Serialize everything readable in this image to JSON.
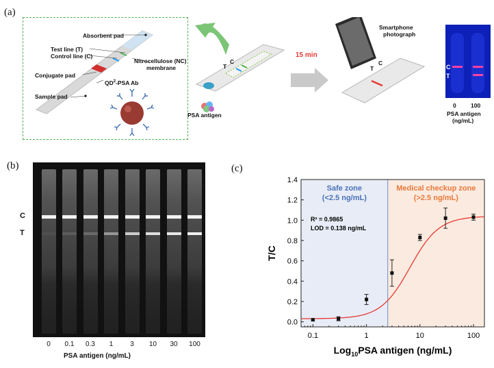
{
  "panels": {
    "a": "(a)",
    "b": "(b)",
    "c": "(c)"
  },
  "strip_diagram": {
    "absorbent_pad": "Absorbent pad",
    "test_line": "Test line (T)",
    "control_line": "Control line (C)",
    "nitrocellulose_line1": "Nitrocellulose (NC)",
    "nitrocellulose_line2": "membrane",
    "conjugate_pad": "Conjugate pad",
    "qd_label_pre": "QD",
    "qd_label_sup": "2",
    "qd_label_post": "-PSA Ab",
    "sample_pad": "Sample pad"
  },
  "cassette": {
    "t": "T",
    "c": "C",
    "psa_antigen": "PSA antigen",
    "time": "15 min",
    "smartphone_line1": "Smartphone",
    "smartphone_line2": "photograph"
  },
  "photo": {
    "c": "C",
    "t": "T",
    "ticks": [
      "0",
      "100"
    ],
    "label_line1": "PSA antigen",
    "label_line2": "(ng/mL)"
  },
  "gel": {
    "c": "C",
    "t": "T",
    "lanes": [
      "0",
      "0.1",
      "0.3",
      "1",
      "3",
      "10",
      "30",
      "100"
    ],
    "test_intensity": [
      0.05,
      0.12,
      0.2,
      0.45,
      0.75,
      0.85,
      0.9,
      0.95
    ],
    "xlabel": "PSA antigen (ng/mL)"
  },
  "chart_data": {
    "type": "scatter",
    "x_scale": "log",
    "xlim": [
      0.06,
      160
    ],
    "ylim": [
      -0.05,
      1.4
    ],
    "xticks": [
      0.1,
      1,
      10,
      100
    ],
    "xtick_labels": [
      "0.1",
      "1",
      "10",
      "100"
    ],
    "yticks": [
      0.0,
      0.2,
      0.4,
      0.6,
      0.8,
      1.0,
      1.2,
      1.4
    ],
    "ytick_labels": [
      "0.0",
      "0.2",
      "0.4",
      "0.6",
      "0.8",
      "1.0",
      "1.2",
      "1.4"
    ],
    "xlabel_pre": "Log",
    "xlabel_sub": "10",
    "xlabel_post": "PSA antigen (ng/mL)",
    "ylabel": "T/C",
    "x": [
      0.1,
      0.3,
      1,
      3,
      10,
      30,
      100
    ],
    "y": [
      0.02,
      0.03,
      0.22,
      0.48,
      0.83,
      1.02,
      1.03
    ],
    "err": [
      0.01,
      0.02,
      0.05,
      0.13,
      0.03,
      0.1,
      0.03
    ],
    "threshold_x": 2.5,
    "zones": {
      "safe_title": "Safe zone",
      "safe_sub": "(<2.5 ng/mL)",
      "medical_title": "Medical checkup zone",
      "medical_sub": "(>2.5 ng/mL)",
      "safe_color": "#e8ecf6",
      "medical_color": "#fbeadf",
      "safe_text_color": "#4a72b8",
      "medical_text_color": "#e8793a"
    },
    "annotations": {
      "r2": "R² = 0.9865",
      "lod": "LOD = 0.138 ng/mL"
    },
    "fit": {
      "bottom": 0.03,
      "top": 1.04,
      "ec50": 6.5,
      "hill": 1.6,
      "color": "#e53935"
    }
  }
}
